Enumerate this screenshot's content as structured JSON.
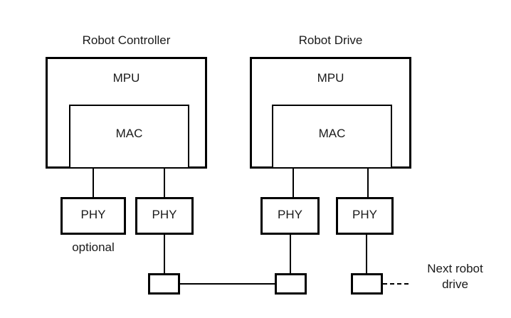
{
  "diagram": {
    "title_controller": "Robot Controller",
    "title_drive": "Robot Drive",
    "mpu_label": "MPU",
    "mac_label": "MAC",
    "phy_label": "PHY",
    "optional_label": "optional",
    "next_line1": "Next robot",
    "next_line2": "drive",
    "stroke_color": "#000000",
    "background_color": "#ffffff",
    "text_color": "#1a1a1a"
  },
  "blocks": [
    {
      "id": "robot-controller",
      "title": "Robot Controller",
      "outer_label": "MPU",
      "inner_label": "MAC",
      "phys": [
        {
          "label": "PHY",
          "note": "optional"
        },
        {
          "label": "PHY",
          "note": ""
        }
      ]
    },
    {
      "id": "robot-drive",
      "title": "Robot Drive",
      "outer_label": "MPU",
      "inner_label": "MAC",
      "phys": [
        {
          "label": "PHY",
          "note": ""
        },
        {
          "label": "PHY",
          "note": ""
        }
      ]
    }
  ],
  "bus": {
    "connectors": 3,
    "next_label_line1": "Next robot",
    "next_label_line2": "drive"
  }
}
